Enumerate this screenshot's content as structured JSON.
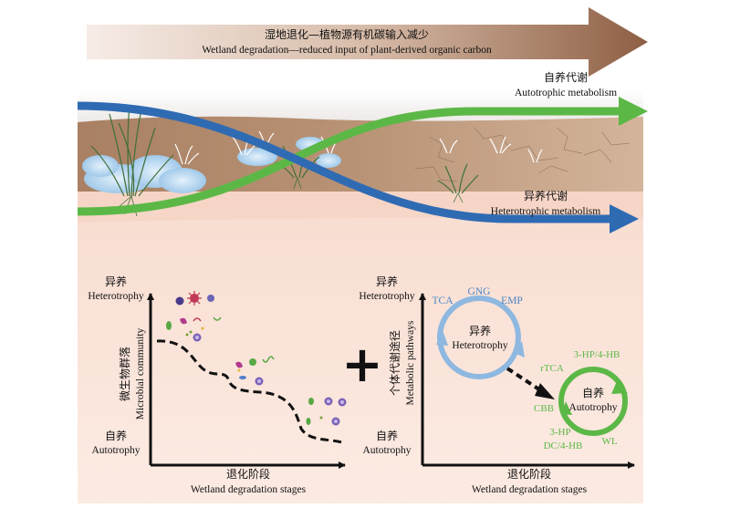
{
  "top_arrow": {
    "cn": "湿地退化—植物源有机碳输入减少",
    "en": "Wetland degradation—reduced input of plant-derived organic carbon"
  },
  "autotrophic": {
    "cn": "自养代谢",
    "en": "Autotrophic metabolism"
  },
  "heterotrophic": {
    "cn": "异养代谢",
    "en": "Heterotrophic metabolism"
  },
  "left_panel": {
    "y_top_cn": "异养",
    "y_top_en": "Heterotrophy",
    "y_bottom_cn": "自养",
    "y_bottom_en": "Autotrophy",
    "y_axis_cn": "微生物群落",
    "y_axis_en": "Microbial community",
    "x_axis_cn": "退化阶段",
    "x_axis_en": "Wetland degradation stages"
  },
  "plus_sign": "+",
  "right_panel": {
    "y_top_cn": "异养",
    "y_top_en": "Heterotrophy",
    "y_bottom_cn": "自养",
    "y_bottom_en": "Autotrophy",
    "y_axis_cn": "个体代谢途径",
    "y_axis_en": "Metabolic pathways",
    "x_axis_cn": "退化阶段",
    "x_axis_en": "Wetland degradation stages",
    "hetero_cycle": {
      "center_cn": "异养",
      "center_en": "Heterotrophy",
      "pathways": [
        "TCA",
        "GNG",
        "EMP"
      ]
    },
    "auto_cycle": {
      "center_cn": "自养",
      "center_en": "Autotrophy",
      "pathways": [
        "rTCA",
        "3-HP/4-HB",
        "CBB",
        "3-HP",
        "DC/4-HB",
        "WL"
      ]
    }
  },
  "colors": {
    "top_arrow": "#9c6e53",
    "soil": "#b89274",
    "background_pink": "#fbe6dc",
    "blue_arrow": "#2f6bb3",
    "green_arrow": "#5cb846",
    "light_blue_cycle": "#8eb8e0",
    "green_cycle": "#5cb846"
  }
}
